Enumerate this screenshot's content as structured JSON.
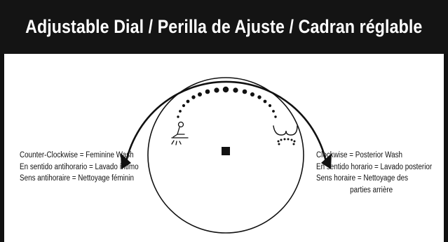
{
  "title": "Adjustable Dial / Perilla de Ajuste / Cadran réglable",
  "left_label": {
    "lines": [
      "Counter-Clockwise = Feminine Wash",
      "En sentido antihorario = Lavado íntimo",
      "Sens antihoraire = Nettoyage féminin"
    ]
  },
  "right_label": {
    "lines": [
      "Clockwise = Posterior Wash",
      "En sentido horario = Lavado posterior",
      "Sens horaire = Nettoyage des",
      "parties arrière"
    ]
  },
  "icons": {
    "left": "feminine-wash-icon",
    "right": "posterior-wash-icon",
    "center": "dial-center-square"
  },
  "colors": {
    "title_bg": "#141414",
    "title_text": "#ffffff",
    "ink": "#111111"
  }
}
